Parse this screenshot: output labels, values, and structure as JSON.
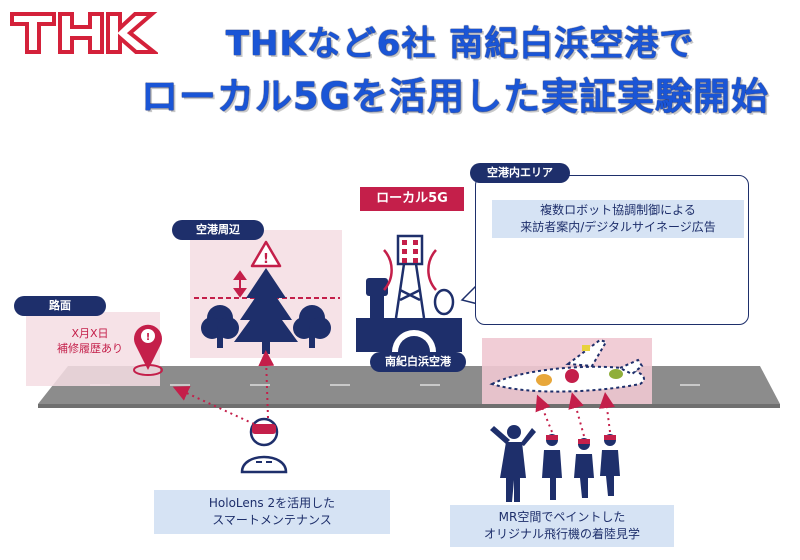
{
  "logo": {
    "text": "THK",
    "color": "#d4213a"
  },
  "title": {
    "line1": "THKなど6社 南紀白浜空港で",
    "line2": "ローカル5Gを活用した実証実験開始",
    "color": "#1a55d6"
  },
  "tags": {
    "road": "路面",
    "around": "空港周辺",
    "area": "空港内エリア",
    "airport": "南紀白浜空港",
    "local5g": "ローカル5G"
  },
  "road_note": {
    "line1": "X月X日",
    "line2": "補修履歴あり"
  },
  "area_description": {
    "line1": "複数ロボット協調制御による",
    "line2": "来訪者案内/デジタルサイネージ広告"
  },
  "captions": {
    "hololens": {
      "line1": "HoloLens 2を活用した",
      "line2": "スマートメンテナンス"
    },
    "mr": {
      "line1": "MR空間でペイントした",
      "line2": "オリジナル飛行機の着陸見学"
    }
  },
  "colors": {
    "navy": "#1e2f6b",
    "accent_red": "#c41f4a",
    "caption_bg": "#d6e3f4",
    "road": "#8a8a8a",
    "highlight_pink": "#f4dde3"
  },
  "icons": [
    "warning-icon",
    "tree-icon",
    "control-tower-icon",
    "antenna-icon",
    "robot-icon",
    "person-icon",
    "airplane-icon",
    "headset-person-icon",
    "pin-icon"
  ]
}
